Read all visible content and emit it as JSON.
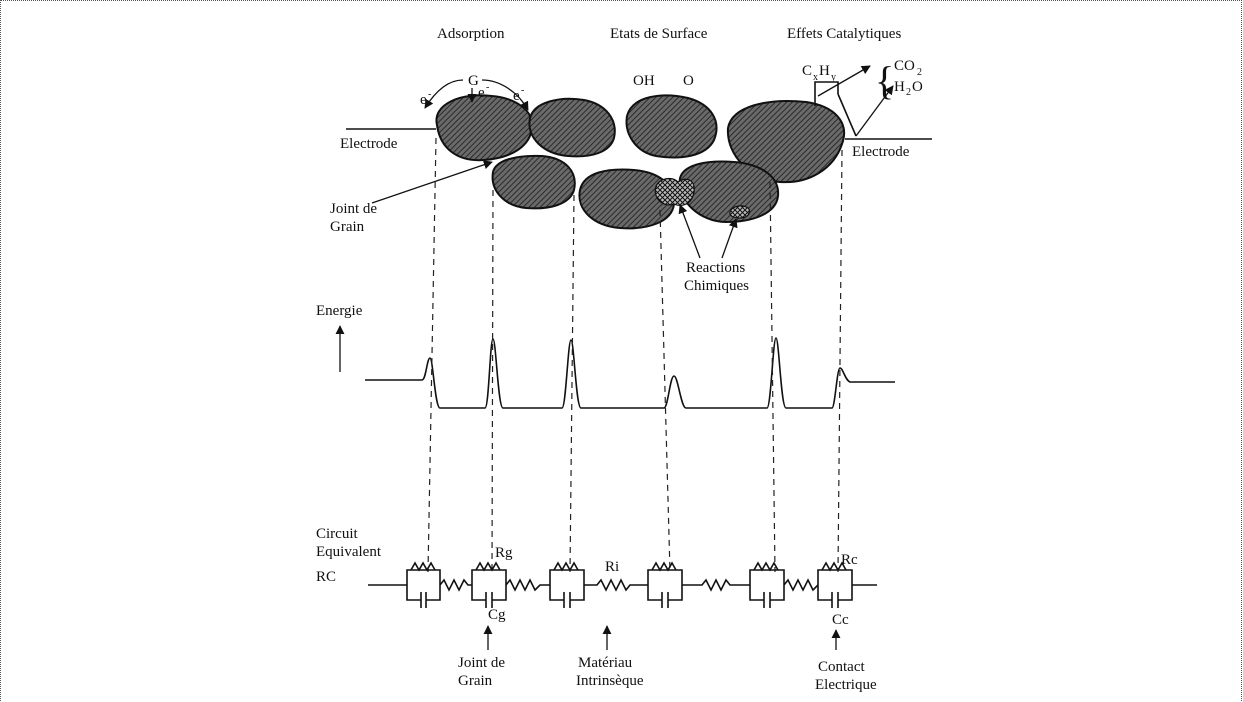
{
  "headers": {
    "adsorption": "Adsorption",
    "etats_surface": "Etats de Surface",
    "effets_catalytiques": "Effets Catalytiques"
  },
  "labels": {
    "electrode_left": "Electrode",
    "electrode_right": "Electrode",
    "joint_grain_top_1": "Joint de",
    "joint_grain_top_2": "Grain",
    "reactions_1": "Reactions",
    "reactions_2": "Chimiques",
    "energie": "Energie",
    "circuit_1": "Circuit",
    "circuit_2": "Equivalent",
    "circuit_3": "RC",
    "joint_grain_bottom_1": "Joint de",
    "joint_grain_bottom_2": "Grain",
    "materiau_1": "Matériau",
    "materiau_2": "Intrinsèque",
    "contact_1": "Contact",
    "contact_2": "Electrique"
  },
  "species": {
    "gas": "G",
    "electron": "e",
    "electron_sup": "-",
    "oh": "OH",
    "o": "O",
    "hydrocarbon_c": "C",
    "hydrocarbon_x": "x",
    "hydrocarbon_h": "H",
    "hydrocarbon_y": "y",
    "co2_main": "CO",
    "co2_sub": "2",
    "h2o_h": "H",
    "h2o_sub": "2",
    "h2o_o": "O",
    "brace": "{"
  },
  "circuit": {
    "rg": "Rg",
    "cg": "Cg",
    "ri": "Ri",
    "rc": "Rc",
    "cc": "Cc"
  }
}
